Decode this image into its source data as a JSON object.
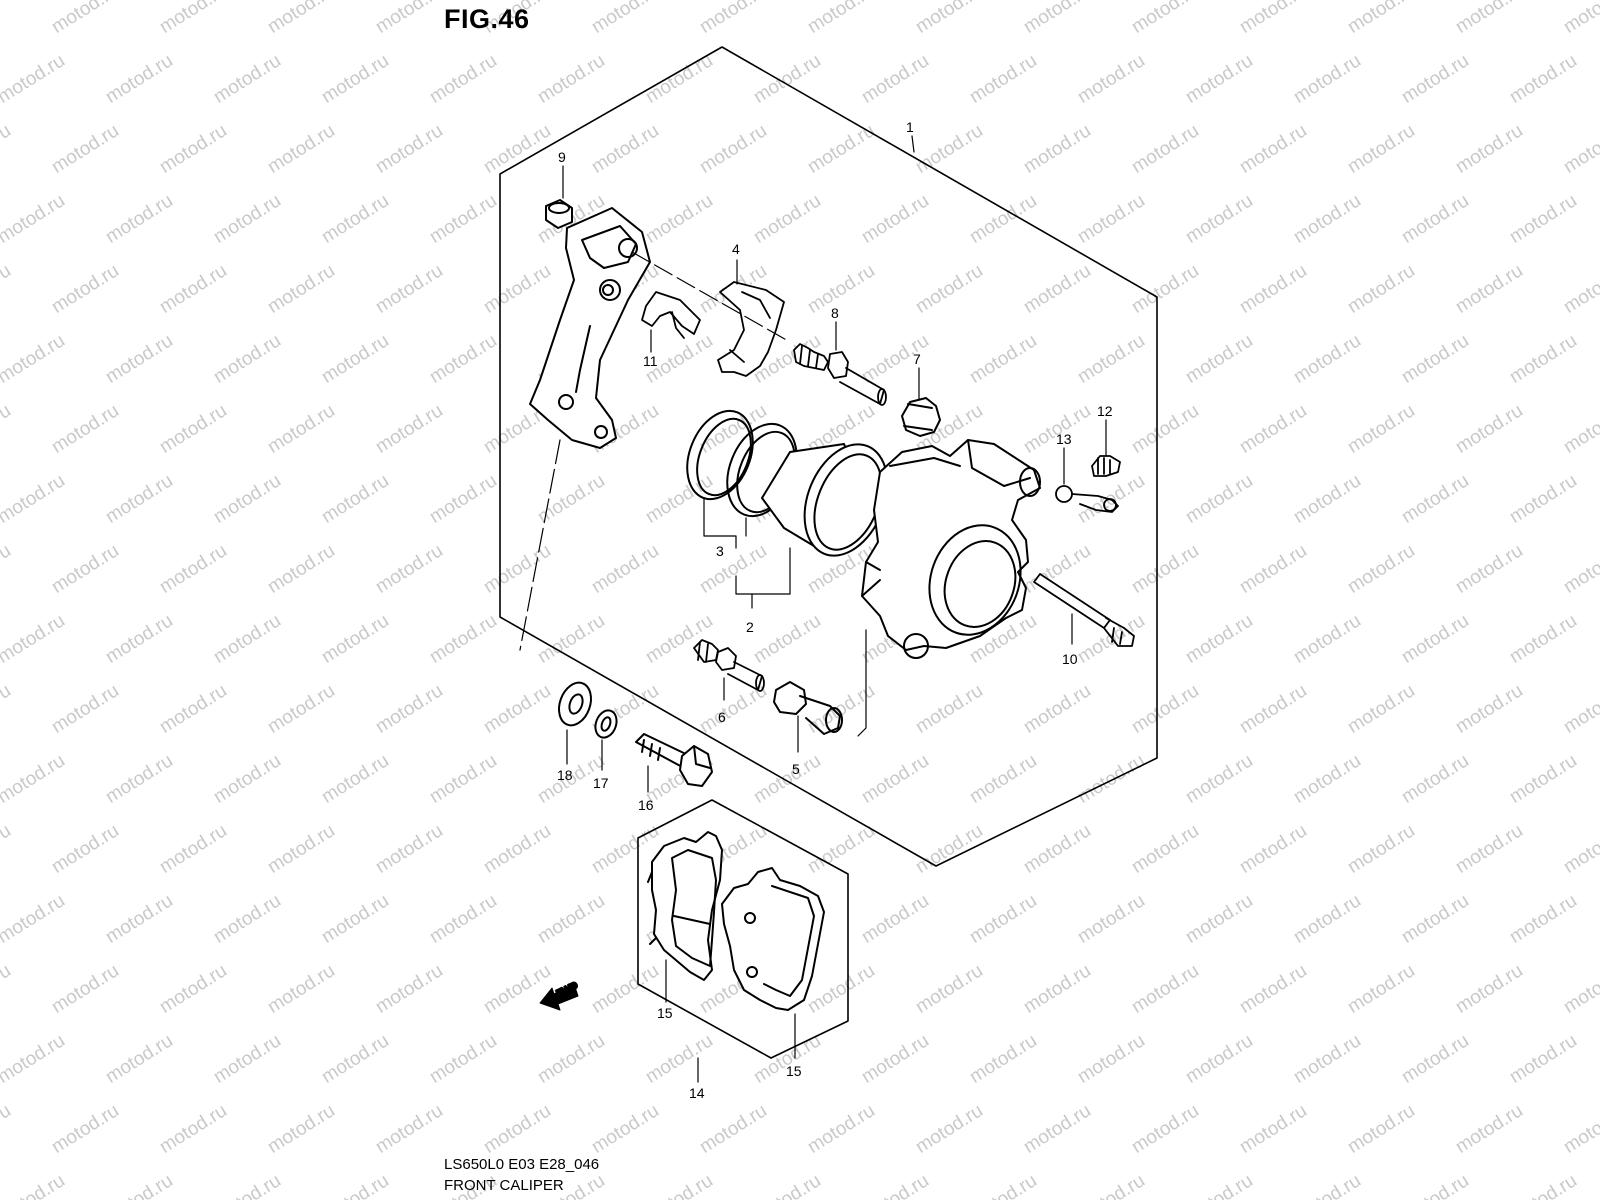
{
  "figure": {
    "title": "FIG.46",
    "code": "LS650L0 E03 E28_046",
    "name": "FRONT CALIPER"
  },
  "watermark": {
    "text": "motod.ru"
  },
  "fwd_marker": {
    "text": "FWD"
  },
  "callouts": [
    {
      "id": "1",
      "label": "1"
    },
    {
      "id": "2",
      "label": "2"
    },
    {
      "id": "3",
      "label": "3"
    },
    {
      "id": "4",
      "label": "4"
    },
    {
      "id": "5",
      "label": "5"
    },
    {
      "id": "6",
      "label": "6"
    },
    {
      "id": "7",
      "label": "7"
    },
    {
      "id": "8",
      "label": "8"
    },
    {
      "id": "9",
      "label": "9"
    },
    {
      "id": "10",
      "label": "10"
    },
    {
      "id": "11",
      "label": "11"
    },
    {
      "id": "12",
      "label": "12"
    },
    {
      "id": "13",
      "label": "13"
    },
    {
      "id": "14",
      "label": "14"
    },
    {
      "id": "15a",
      "label": "15"
    },
    {
      "id": "15b",
      "label": "15"
    },
    {
      "id": "16",
      "label": "16"
    },
    {
      "id": "17",
      "label": "17"
    },
    {
      "id": "18",
      "label": "18"
    }
  ]
}
